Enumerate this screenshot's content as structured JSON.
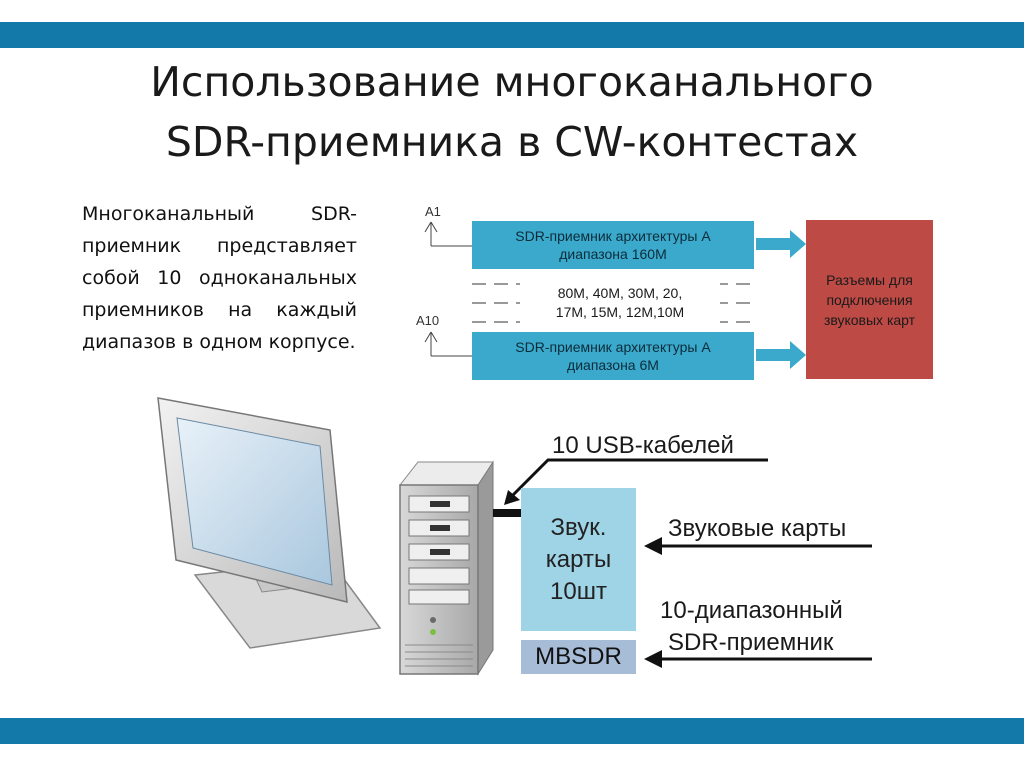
{
  "slide": {
    "title_line1": "Использование многоканального",
    "title_line2": "SDR-приемника в CW-контестах",
    "body": "Многоканальный SDR-приемник представляет собой 10 одноканальных приемников на каждый диапазов в одном корпусе."
  },
  "diagram": {
    "antenna_top": "A1",
    "antenna_bottom": "A10",
    "receiver_top": {
      "line1": "SDR-приемник архитектуры А",
      "line2": "диапазона 160М"
    },
    "receiver_bottom": {
      "line1": "SDR-приемник архитектуры А",
      "line2": "диапазона 6М"
    },
    "bands": {
      "line1": "80М, 40М, 30М, 20,",
      "line2": "17М, 15М, 12М,10М"
    },
    "sockets": {
      "line1": "Разъемы для",
      "line2": "подключения",
      "line3": "звуковых карт"
    },
    "sound_box": {
      "line1": "Звук.",
      "line2": "карты",
      "line3": "10шт"
    },
    "mbsdr": "MBSDR",
    "callout_usb": "10 USB-кабелей",
    "callout_sound": "Звуковые карты",
    "callout_sdr_line1": "10-диапазонный",
    "callout_sdr_line2": "SDR-приемник"
  },
  "colors": {
    "band": "#1279a8",
    "receiver": "#3aa9cc",
    "sockets": "#bd4a44",
    "sound_box": "#9fd3e6",
    "mbsdr": "#a7bcd6"
  },
  "icons": [
    "antenna-icon",
    "monitor-icon",
    "pc-tower-icon",
    "arrow-right-icon",
    "arrow-left-icon"
  ]
}
